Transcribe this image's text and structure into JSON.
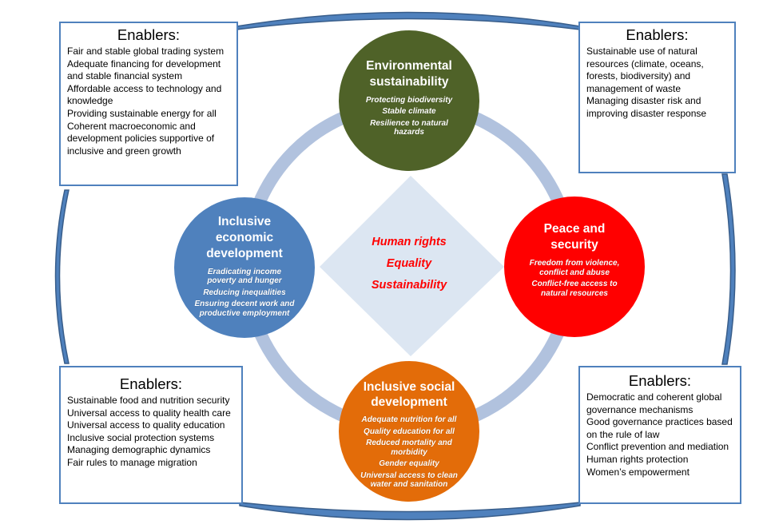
{
  "colors": {
    "frame": "#4f81bd",
    "frame_dark": "#385d8a",
    "ring": "#b1c2de",
    "diamond": "#dce6f2",
    "center_text": "#ff0000",
    "environmental": "#4f6228",
    "economic": "#4f81bd",
    "peace": "#ff0000",
    "social": "#e36c09"
  },
  "center": {
    "lines": [
      "Human rights",
      "Equality",
      "Sustainability"
    ]
  },
  "pillars": {
    "environmental": {
      "title": "Environmental sustainability",
      "items": [
        "Protecting biodiversity",
        "Stable climate",
        "Resilience to natural hazards"
      ]
    },
    "economic": {
      "title": "Inclusive economic development",
      "items": [
        "Eradicating income poverty and hunger",
        "Reducing  inequalities",
        "Ensuring decent work and productive employment"
      ]
    },
    "peace": {
      "title": "Peace and security",
      "items": [
        "Freedom from violence, conflict and abuse",
        "Conflict-free access to natural resources"
      ]
    },
    "social": {
      "title": "Inclusive social development",
      "items": [
        "Adequate nutrition for all",
        "Quality education for all",
        "Reduced mortality and morbidity",
        "Gender equality",
        "Universal access to clean water and sanitation"
      ]
    }
  },
  "enablers": {
    "top_left": {
      "title": "Enablers:",
      "items": [
        "Fair and stable global trading system",
        "Adequate financing for development and stable financial system",
        "Affordable access to technology and knowledge",
        "Providing sustainable energy for all",
        "Coherent macroeconomic and development policies supportive of inclusive and green growth"
      ]
    },
    "top_right": {
      "title": "Enablers:",
      "items": [
        "Sustainable use of  natural resources (climate, oceans, forests, biodiversity) and management of waste",
        "Managing disaster risk and improving disaster response"
      ]
    },
    "bottom_left": {
      "title": "Enablers:",
      "items": [
        "Sustainable food and nutrition security",
        "Universal access to quality health  care",
        "Universal access to quality education",
        "Inclusive social protection systems",
        "Managing demographic dynamics",
        "Fair rules to manage migration"
      ]
    },
    "bottom_right": {
      "title": "Enablers:",
      "items": [
        "Democratic and coherent global governance mechanisms",
        "Good governance practices based on the rule of law",
        "Conflict prevention and mediation",
        "Human rights protection",
        "Women’s empowerment"
      ]
    }
  }
}
